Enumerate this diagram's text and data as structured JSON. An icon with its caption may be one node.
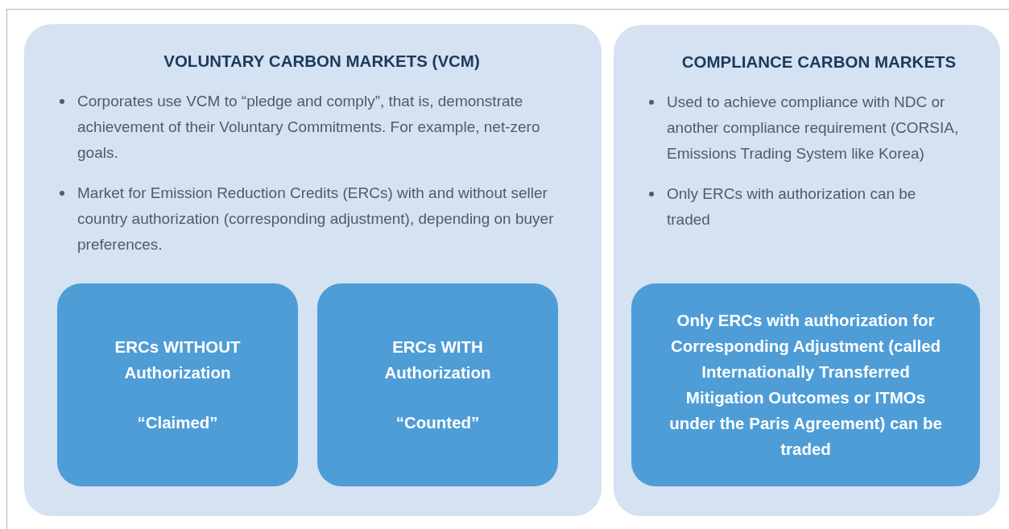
{
  "diagram": {
    "nodes": [
      {
        "text": [
          "VOLUNTARY CARBON MARKETS (VCM)",
          "Corporates use VCM to “pledge and comply”, that is, demonstrate achievement of their Voluntary Commitments. For example, net-zero goals.",
          "Market for Emission Reduction Credits (ERCs) with and without seller country authorization (corresponding adjustment), depending on buyer preferences."
        ]
      },
      {
        "text": [
          "COMPLIANCE CARBON MARKETS",
          "Used to achieve compliance with NDC or another compliance requirement (CORSIA, Emissions Trading System like Korea)",
          "Only ERCs with authorization can be traded"
        ]
      },
      {
        "text": [
          "ERCs WITHOUT Authorization",
          "“Claimed”"
        ],
        "in": 0
      },
      {
        "text": [
          "ERCs WITH Authorization",
          "“Counted”"
        ],
        "in": 0
      },
      {
        "text": [
          "Only ERCs with authorization for Corresponding Adjustment (called Internationally Transferred Mitigation Outcomes or ITMOs under the Paris Agreement) can be traded"
        ],
        "in": 1
      }
    ]
  }
}
